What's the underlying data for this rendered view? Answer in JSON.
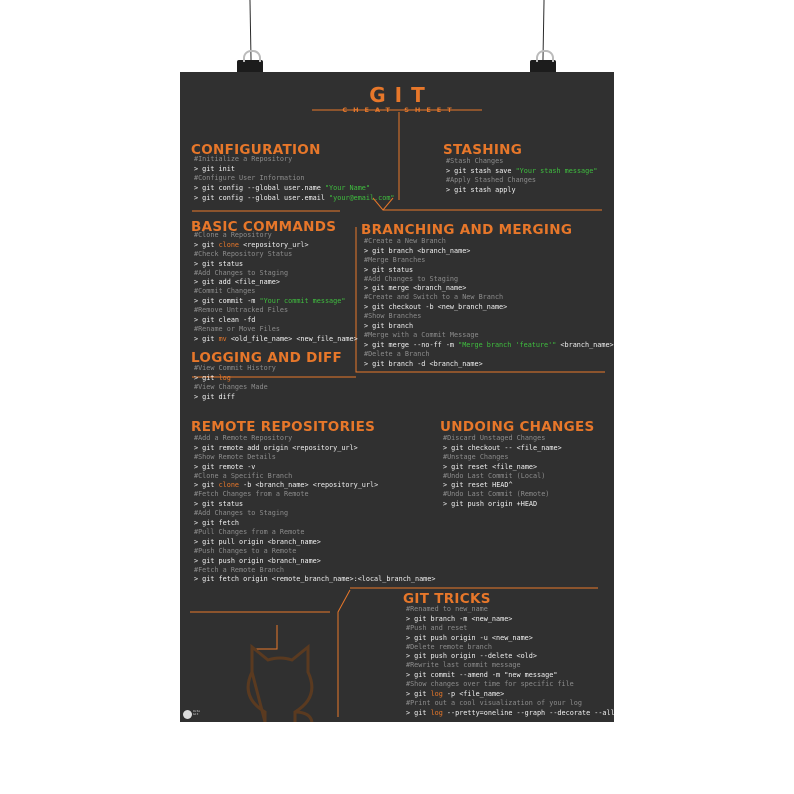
{
  "poster": {
    "title": "GIT",
    "subtitle": "CHEAT SHEET",
    "brand_tag": "Octo Git"
  },
  "sections": {
    "configuration": {
      "heading": "CONFIGURATION",
      "lines": [
        {
          "t": "c",
          "parts": [
            {
              "s": "#Initialize a Repository"
            }
          ]
        },
        {
          "t": "cmd",
          "parts": [
            {
              "s": "> git init"
            }
          ]
        },
        {
          "t": "c",
          "parts": [
            {
              "s": "#Configure User Information"
            }
          ]
        },
        {
          "t": "cmd",
          "parts": [
            {
              "s": "> git config --global user.name "
            },
            {
              "s": "\"Your Name\"",
              "k": "str"
            }
          ]
        },
        {
          "t": "cmd",
          "parts": [
            {
              "s": "> git config --global user.email "
            },
            {
              "s": "\"your@email.com\"",
              "k": "str"
            }
          ]
        }
      ]
    },
    "basic_commands": {
      "heading": "BASIC COMMANDS",
      "lines": [
        {
          "t": "c",
          "parts": [
            {
              "s": "#Clone a Repository"
            }
          ]
        },
        {
          "t": "cmd",
          "parts": [
            {
              "s": "> git "
            },
            {
              "s": "clone",
              "k": "kw"
            },
            {
              "s": " <repository_url>"
            }
          ]
        },
        {
          "t": "c",
          "parts": [
            {
              "s": "#Check Repository Status"
            }
          ]
        },
        {
          "t": "cmd",
          "parts": [
            {
              "s": "> git status"
            }
          ]
        },
        {
          "t": "c",
          "parts": [
            {
              "s": "#Add Changes to Staging"
            }
          ]
        },
        {
          "t": "cmd",
          "parts": [
            {
              "s": "> git add <file_name>"
            }
          ]
        },
        {
          "t": "c",
          "parts": [
            {
              "s": "#Commit Changes"
            }
          ]
        },
        {
          "t": "cmd",
          "parts": [
            {
              "s": "> git commit -m "
            },
            {
              "s": "\"Your commit message\"",
              "k": "str"
            }
          ]
        },
        {
          "t": "c",
          "parts": [
            {
              "s": "#Remove Untracked Files"
            }
          ]
        },
        {
          "t": "cmd",
          "parts": [
            {
              "s": "> git clean -fd"
            }
          ]
        },
        {
          "t": "c",
          "parts": [
            {
              "s": "#Rename or Move Files"
            }
          ]
        },
        {
          "t": "cmd",
          "parts": [
            {
              "s": "> git "
            },
            {
              "s": "mv",
              "k": "kw"
            },
            {
              "s": " <old_file_name> <new_file_name>"
            }
          ]
        }
      ]
    },
    "logging": {
      "heading": "LOGGING AND DIFF",
      "lines": [
        {
          "t": "c",
          "parts": [
            {
              "s": "#View Commit History"
            }
          ]
        },
        {
          "t": "cmd",
          "parts": [
            {
              "s": "> git "
            },
            {
              "s": "log",
              "k": "kw"
            }
          ]
        },
        {
          "t": "c",
          "parts": [
            {
              "s": "#View Changes Made"
            }
          ]
        },
        {
          "t": "cmd",
          "parts": [
            {
              "s": "> git diff"
            }
          ]
        }
      ]
    },
    "stashing": {
      "heading": "STASHING",
      "lines": [
        {
          "t": "c",
          "parts": [
            {
              "s": "#Stash Changes"
            }
          ]
        },
        {
          "t": "cmd",
          "parts": [
            {
              "s": "> git stash save "
            },
            {
              "s": "\"Your stash message\"",
              "k": "str"
            }
          ]
        },
        {
          "t": "c",
          "parts": [
            {
              "s": "#Apply Stashed Changes"
            }
          ]
        },
        {
          "t": "cmd",
          "parts": [
            {
              "s": "> git stash apply"
            }
          ]
        }
      ]
    },
    "branching": {
      "heading": "BRANCHING AND MERGING",
      "lines": [
        {
          "t": "c",
          "parts": [
            {
              "s": "#Create a New Branch"
            }
          ]
        },
        {
          "t": "cmd",
          "parts": [
            {
              "s": "> git branch <branch_name>"
            }
          ]
        },
        {
          "t": "c",
          "parts": [
            {
              "s": "#Merge Branches"
            }
          ]
        },
        {
          "t": "cmd",
          "parts": [
            {
              "s": "> git status"
            }
          ]
        },
        {
          "t": "c",
          "parts": [
            {
              "s": "#Add Changes to Staging"
            }
          ]
        },
        {
          "t": "cmd",
          "parts": [
            {
              "s": "> git merge <branch_name>"
            }
          ]
        },
        {
          "t": "c",
          "parts": [
            {
              "s": "#Create and Switch to a New Branch"
            }
          ]
        },
        {
          "t": "cmd",
          "parts": [
            {
              "s": "> git checkout -b <new_branch_name>"
            }
          ]
        },
        {
          "t": "c",
          "parts": [
            {
              "s": "#Show Branches"
            }
          ]
        },
        {
          "t": "cmd",
          "parts": [
            {
              "s": "> git branch"
            }
          ]
        },
        {
          "t": "c",
          "parts": [
            {
              "s": "#Merge with a Commit Message"
            }
          ]
        },
        {
          "t": "cmd",
          "parts": [
            {
              "s": "> git merge --no-ff -m "
            },
            {
              "s": "\"Merge branch 'feature'\"",
              "k": "str"
            },
            {
              "s": " <branch_name>"
            }
          ]
        },
        {
          "t": "c",
          "parts": [
            {
              "s": "#Delete a Branch"
            }
          ]
        },
        {
          "t": "cmd",
          "parts": [
            {
              "s": "> git branch -d <branch_name>"
            }
          ]
        }
      ]
    },
    "remote": {
      "heading": "REMOTE REPOSITORIES",
      "lines": [
        {
          "t": "c",
          "parts": [
            {
              "s": "#Add a Remote Repository"
            }
          ]
        },
        {
          "t": "cmd",
          "parts": [
            {
              "s": "> git remote add origin <repository_url>"
            }
          ]
        },
        {
          "t": "c",
          "parts": [
            {
              "s": "#Show Remote Details"
            }
          ]
        },
        {
          "t": "cmd",
          "parts": [
            {
              "s": "> git remote -v"
            }
          ]
        },
        {
          "t": "c",
          "parts": [
            {
              "s": "#Clone a Specific Branch"
            }
          ]
        },
        {
          "t": "cmd",
          "parts": [
            {
              "s": "> git "
            },
            {
              "s": "clone",
              "k": "kw"
            },
            {
              "s": " -b <branch_name> <repository_url>"
            }
          ]
        },
        {
          "t": "c",
          "parts": [
            {
              "s": "#Fetch Changes from a Remote"
            }
          ]
        },
        {
          "t": "cmd",
          "parts": [
            {
              "s": "> git status"
            }
          ]
        },
        {
          "t": "c",
          "parts": [
            {
              "s": "#Add Changes to Staging"
            }
          ]
        },
        {
          "t": "cmd",
          "parts": [
            {
              "s": "> git fetch"
            }
          ]
        },
        {
          "t": "c",
          "parts": [
            {
              "s": "#Pull Changes from a Remote"
            }
          ]
        },
        {
          "t": "cmd",
          "parts": [
            {
              "s": "> git pull origin <branch_name>"
            }
          ]
        },
        {
          "t": "c",
          "parts": [
            {
              "s": "#Push Changes to a Remote"
            }
          ]
        },
        {
          "t": "cmd",
          "parts": [
            {
              "s": "> git push origin <branch_name>"
            }
          ]
        },
        {
          "t": "c",
          "parts": [
            {
              "s": "#Fetch a Remote Branch"
            }
          ]
        },
        {
          "t": "cmd",
          "parts": [
            {
              "s": "> git fetch origin <remote_branch_name>:<local_branch_name>"
            }
          ]
        }
      ]
    },
    "undoing": {
      "heading": "UNDOING CHANGES",
      "lines": [
        {
          "t": "c",
          "parts": [
            {
              "s": "#Discard Unstaged Changes"
            }
          ]
        },
        {
          "t": "cmd",
          "parts": [
            {
              "s": "> git checkout -- <file_name>"
            }
          ]
        },
        {
          "t": "c",
          "parts": [
            {
              "s": "#Unstage Changes"
            }
          ]
        },
        {
          "t": "cmd",
          "parts": [
            {
              "s": "> git reset <file_name>"
            }
          ]
        },
        {
          "t": "c",
          "parts": [
            {
              "s": "#Undo Last Commit (Local)"
            }
          ]
        },
        {
          "t": "cmd",
          "parts": [
            {
              "s": "> git reset HEAD^"
            }
          ]
        },
        {
          "t": "c",
          "parts": [
            {
              "s": "#Undo Last Commit (Remote)"
            }
          ]
        },
        {
          "t": "cmd",
          "parts": [
            {
              "s": "> git push origin +HEAD"
            }
          ]
        }
      ]
    },
    "tricks": {
      "heading": "GIT TRICKS",
      "lines": [
        {
          "t": "c",
          "parts": [
            {
              "s": "#Renamed to new_name"
            }
          ]
        },
        {
          "t": "cmd",
          "parts": [
            {
              "s": "> git branch -m <new_name>"
            }
          ]
        },
        {
          "t": "c",
          "parts": [
            {
              "s": "#Push and reset"
            }
          ]
        },
        {
          "t": "cmd",
          "parts": [
            {
              "s": "> git push origin -u <new_name>"
            }
          ]
        },
        {
          "t": "c",
          "parts": [
            {
              "s": "#Delete remote branch"
            }
          ]
        },
        {
          "t": "cmd",
          "parts": [
            {
              "s": "> git push origin --delete <old>"
            }
          ]
        },
        {
          "t": "c",
          "parts": [
            {
              "s": "#Rewrite last commit message"
            }
          ]
        },
        {
          "t": "cmd",
          "parts": [
            {
              "s": "> git commit --amend -m \"new message\""
            }
          ]
        },
        {
          "t": "c",
          "parts": [
            {
              "s": "#Show changes over time for specific file"
            }
          ]
        },
        {
          "t": "cmd",
          "parts": [
            {
              "s": "> git "
            },
            {
              "s": "log",
              "k": "kw"
            },
            {
              "s": " -p <file_name>"
            }
          ]
        },
        {
          "t": "c",
          "parts": [
            {
              "s": "#Print out a cool visualization of your log"
            }
          ]
        },
        {
          "t": "cmd",
          "parts": [
            {
              "s": "> git "
            },
            {
              "s": "log",
              "k": "kw"
            },
            {
              "s": " --pretty=oneline --graph --decorate --all"
            }
          ]
        }
      ]
    }
  },
  "colors": {
    "background": "#303030",
    "accent": "#e7772a",
    "comment": "#8c8c8c",
    "command": "#f2f2f2",
    "string": "#3fbf3f"
  },
  "icons": [
    "poster-clip-icon",
    "octocat-icon",
    "brand-logo-icon"
  ]
}
